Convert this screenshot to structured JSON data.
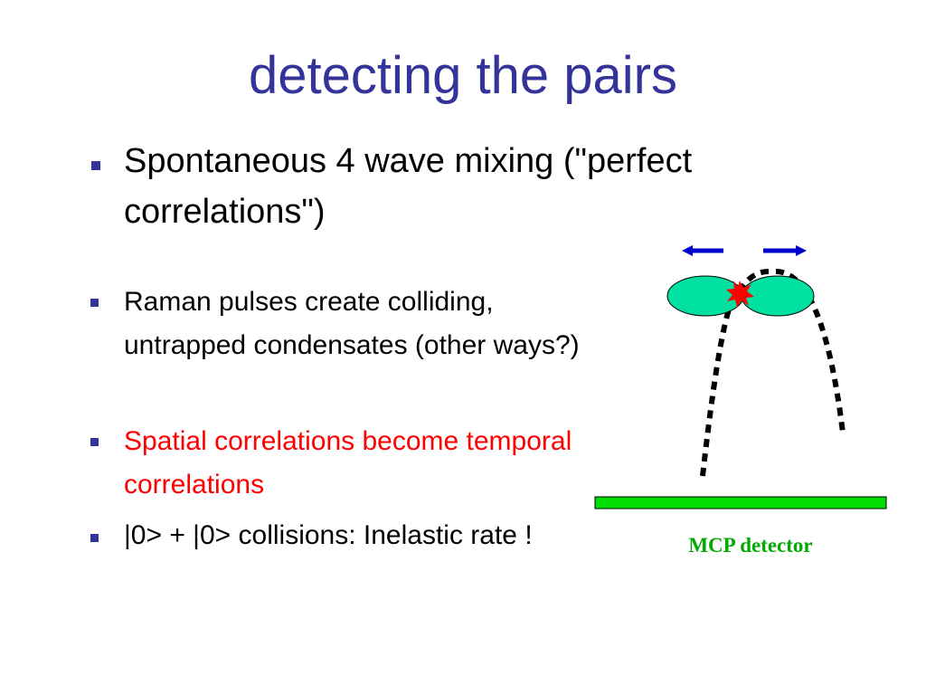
{
  "slide": {
    "title": "detecting the pairs",
    "main_bullet": "Spontaneous 4 wave mixing (\"perfect correlations\")",
    "sub_bullets": [
      {
        "text": "Raman pulses create colliding, untrapped condensates (other ways?)",
        "color": "#000000"
      },
      {
        "text": "Spatial correlations become temporal correlations",
        "color": "#ff0000"
      },
      {
        "text": "|0> + |0> collisions: Inelastic rate !",
        "color": "#000000"
      }
    ]
  },
  "diagram": {
    "detector_label": "MCP detector",
    "colors": {
      "condensate": "#00e0a0",
      "arrow": "#0000cc",
      "detector": "#00dd00",
      "collision": "#ff0000",
      "trajectory": "#000000"
    }
  }
}
